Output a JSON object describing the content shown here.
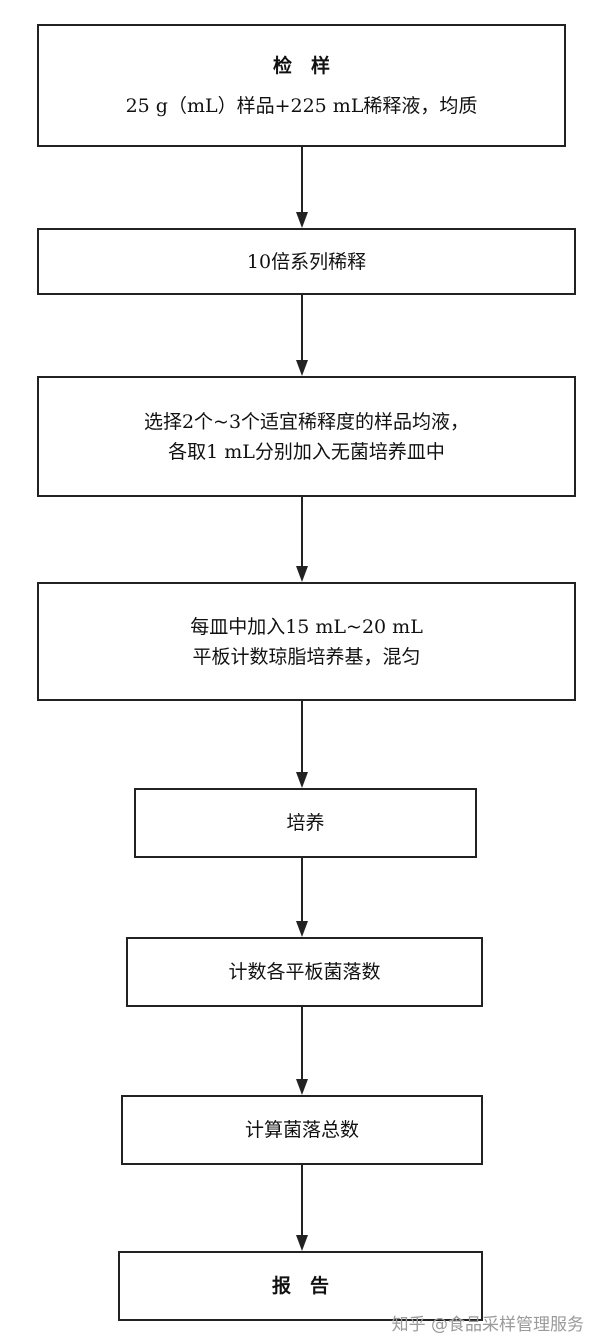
{
  "steps": [
    {
      "lines": [
        "检　样",
        "25 g（mL）样品+225 mL稀释液，均质"
      ]
    },
    {
      "lines": [
        "10倍系列稀释"
      ]
    },
    {
      "lines": [
        "选择2个~3个适宜稀释度的样品均液，",
        "各取1 mL分别加入无菌培养皿中"
      ]
    },
    {
      "lines": [
        "每皿中加入15 mL~20 mL",
        "平板计数琼脂培养基，混匀"
      ]
    },
    {
      "lines": [
        "培养"
      ]
    },
    {
      "lines": [
        "计数各平板菌落数"
      ]
    },
    {
      "lines": [
        "计算菌落总数"
      ]
    },
    {
      "lines": [
        "报　告"
      ]
    }
  ],
  "watermark": "知乎 @食品采样管理服务"
}
